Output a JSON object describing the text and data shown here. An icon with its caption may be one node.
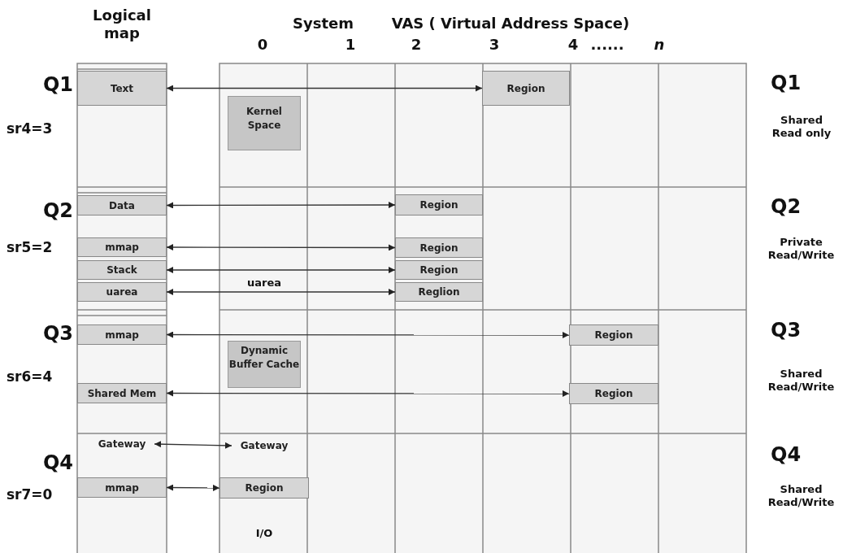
{
  "diagram": {
    "nodes": [
      {
        "text": [
          "Text"
        ]
      },
      {
        "text": [
          "Kernel Space"
        ]
      },
      {
        "text": [
          "Region"
        ]
      },
      {
        "text": [
          "Data"
        ]
      },
      {
        "text": [
          "Region"
        ]
      },
      {
        "text": [
          "mmap"
        ]
      },
      {
        "text": [
          "Region"
        ]
      },
      {
        "text": [
          "Stack"
        ]
      },
      {
        "text": [
          "Region"
        ]
      },
      {
        "text": [
          "uarea"
        ]
      },
      {
        "text": [
          "Reglion"
        ]
      },
      {
        "text": [
          "mmap"
        ]
      },
      {
        "text": [
          "Dynamic Buffer Cache"
        ]
      },
      {
        "text": [
          "Region"
        ]
      },
      {
        "text": [
          "Shared Mem"
        ]
      },
      {
        "text": [
          "Region"
        ]
      },
      {
        "text": [
          "Gateway"
        ]
      },
      {
        "text": [
          "Gateway"
        ]
      },
      {
        "text": [
          "mmap"
        ]
      },
      {
        "text": [
          "Region"
        ]
      }
    ],
    "edges": [
      {
        "from": 0,
        "to": 2,
        "arrow": "both"
      },
      {
        "from": 3,
        "to": 4,
        "arrow": "both"
      },
      {
        "from": 5,
        "to": 6,
        "arrow": "both"
      },
      {
        "from": 7,
        "to": 8,
        "arrow": "both"
      },
      {
        "from": 9,
        "to": 10,
        "arrow": "both"
      },
      {
        "from": 11,
        "to": 13,
        "arrow": "both"
      },
      {
        "from": 14,
        "to": 15,
        "arrow": "both"
      },
      {
        "from": 16,
        "to": 17,
        "arrow": "both"
      },
      {
        "from": 18,
        "to": 19,
        "arrow": "both"
      }
    ],
    "labels": [
      "Logical map",
      "System",
      "VAS ( Virtual Address Space)",
      "0",
      "1",
      "2",
      "3",
      "4",
      "......",
      "n",
      "Q1",
      "sr4=3",
      "Q1",
      "Shared Read only",
      "Q2",
      "sr5=2",
      "Q2",
      "Private Read/Write",
      "uarea",
      "Q3",
      "sr6=4",
      "Q3",
      "Shared Read/Write",
      "Q4",
      "sr7=0",
      "Q4",
      "Shared Read/Write",
      "I/O"
    ]
  }
}
